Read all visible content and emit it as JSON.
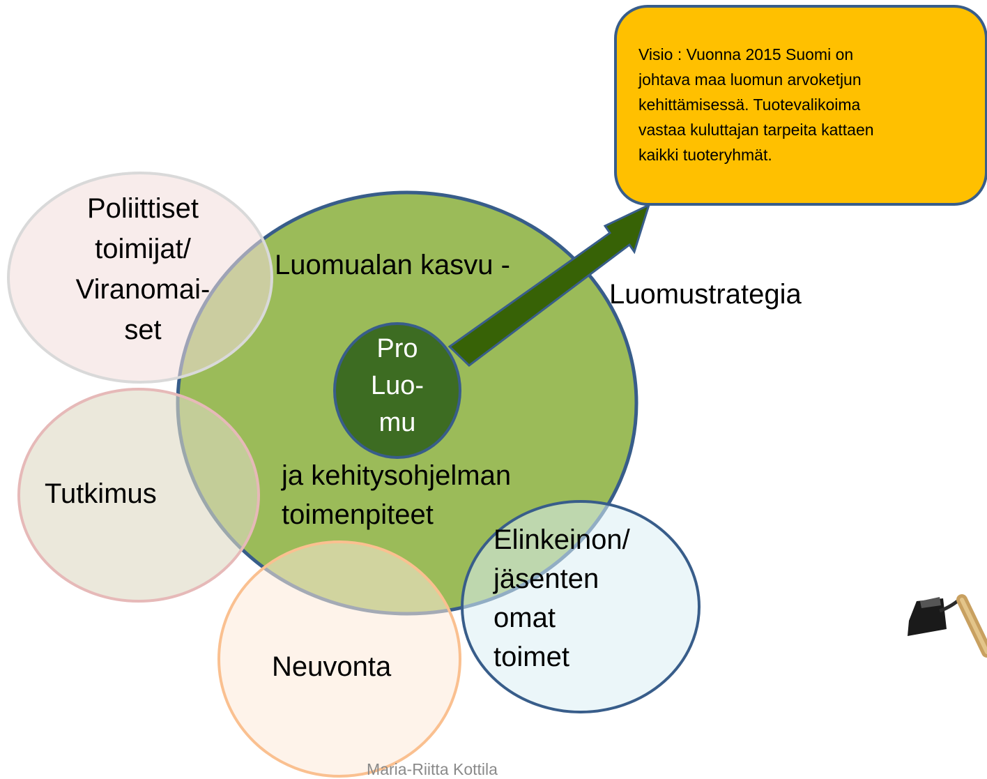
{
  "vision": {
    "lines": [
      "Visio : Vuonna 2015 Suomi on",
      "johtava maa luomun arvoketjun",
      "kehittämisessä. Tuotevalikoima",
      "vastaa kuluttajan tarpeita kattaen",
      "kaikki tuoteryhmät."
    ]
  },
  "center": {
    "growth_label": "Luomualan kasvu -",
    "strategy_label": "Luomustrategia",
    "program_lines": [
      "ja kehitysohjelman",
      "toimenpiteet"
    ],
    "pro_lines": [
      "Pro",
      "Luo-",
      "mu"
    ]
  },
  "stakeholders": {
    "politics_lines": [
      "Poliittiset",
      "toimijat/",
      "Viranomai-",
      "set"
    ],
    "research": "Tutkimus",
    "advisory": "Neuvonta",
    "industry_lines": [
      "Elinkeinon/",
      "jäsenten",
      "omat",
      "toimet"
    ]
  },
  "author": "Maria-Riitta Kottila",
  "colors": {
    "main_circle": "#9bbb59",
    "main_stroke": "#385d8a",
    "pro_circle": "#3d6c22",
    "arrow": "#376206",
    "vision_box": "#ffc000",
    "politics": "#f2dcdb",
    "research": "#ddd9c3",
    "advisory": "#fde9d9",
    "industry": "#dbeef4"
  },
  "icons": {
    "tool": "hoe-icon"
  }
}
